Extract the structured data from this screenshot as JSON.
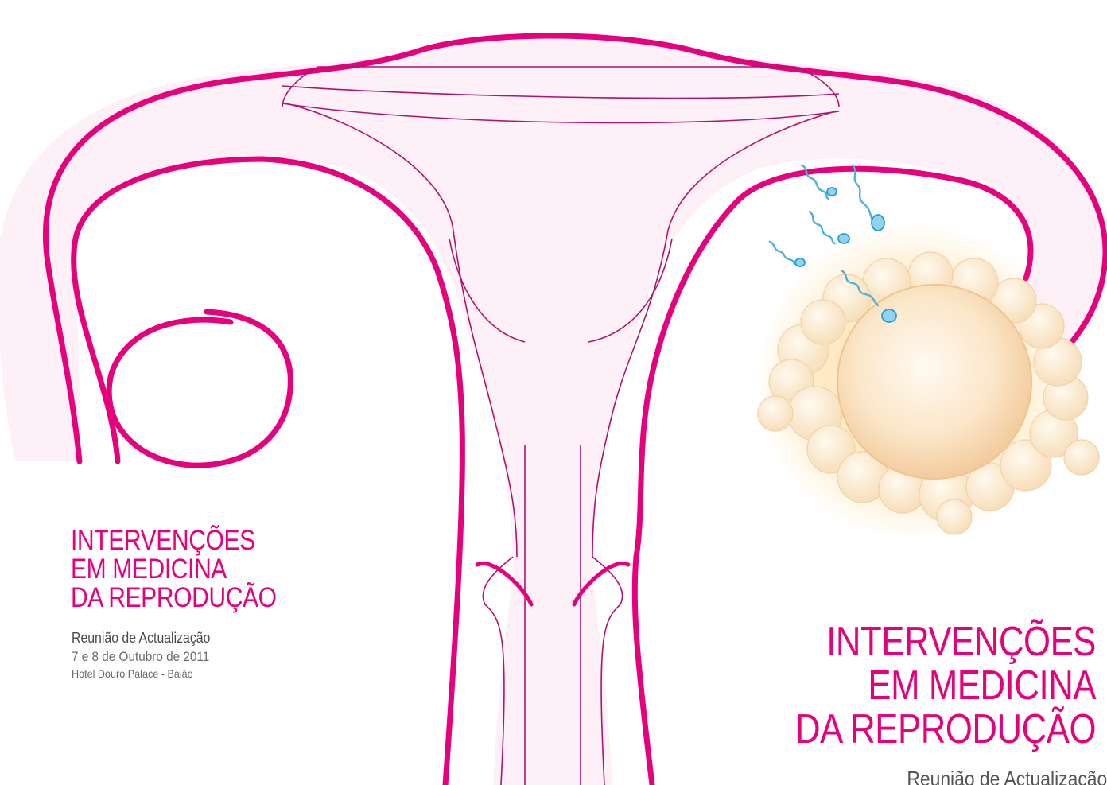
{
  "colors": {
    "magenta": "#e6007e",
    "organ_fill": "#fdf0f6",
    "organ_outline": "#b0136f",
    "egg_fill": "#fbe3c2",
    "sperm": "#4bb3d8",
    "subtitle_gray": "#555555"
  },
  "event": {
    "title_lines": [
      "INTERVENÇÕES",
      "EM MEDICINA",
      "DA REPRODUÇÃO"
    ],
    "subtitle": "Reunião de Actualização",
    "dates": "7 e 8 de Outubro de 2011",
    "venue": "Hotel Douro Palace - Baião"
  },
  "cover_title": {
    "lines": [
      "INTERVENÇÕES",
      "EM MEDICINA",
      "DA REPRODUÇÃO"
    ],
    "subtitle_cropped": "Reunião de Actualização"
  },
  "illustration": {
    "subject": "uterus-illustration",
    "elements": [
      "uterus-icon",
      "fallopian-tube-icon",
      "ovary-icon",
      "egg-cell-icon",
      "sperm-icon"
    ]
  }
}
